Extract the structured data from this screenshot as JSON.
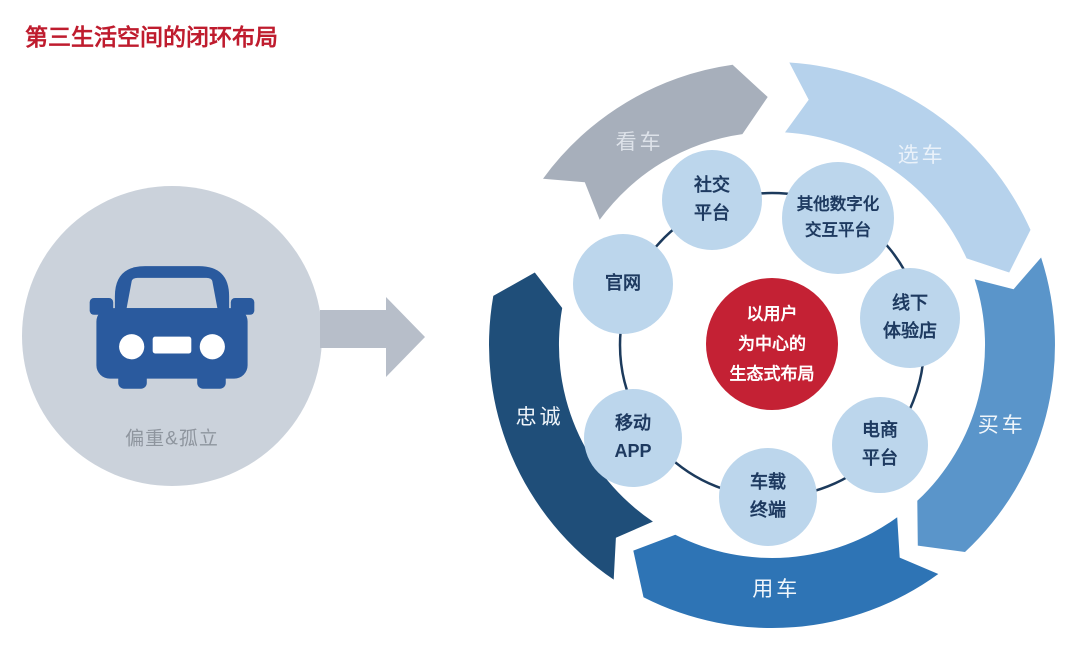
{
  "title": "第三生活空间的闭环布局",
  "left_panel": {
    "icon": "car-front-icon",
    "caption": "偏重&孤立"
  },
  "transition": {
    "icon": "right-arrow-icon"
  },
  "hub": {
    "center_label": "以用户\n为中心的\n生态式布局",
    "nodes": [
      {
        "name": "social-platform",
        "label": "社交\n平台"
      },
      {
        "name": "other-digital-interaction-platforms",
        "label": "其他数字化\n交互平台"
      },
      {
        "name": "offline-experience-store",
        "label": "线下\n体验店"
      },
      {
        "name": "ecommerce-platform",
        "label": "电商\n平台"
      },
      {
        "name": "in-vehicle-terminal",
        "label": "车载\n终端"
      },
      {
        "name": "mobile-app",
        "label": "移动\nAPP"
      },
      {
        "name": "official-website",
        "label": "官网"
      }
    ]
  },
  "ring": {
    "stages": [
      {
        "name": "view-car",
        "label": "看车",
        "color": "#a7afbb",
        "label_color": "#dde2e9"
      },
      {
        "name": "choose-car",
        "label": "选车",
        "color": "#b6d2ec",
        "label_color": "#eaf2fa"
      },
      {
        "name": "buy-car",
        "label": "买车",
        "color": "#5a95ca",
        "label_color": "#f0f6fb"
      },
      {
        "name": "use-car",
        "label": "用车",
        "color": "#2e74b5",
        "label_color": "#f0f6fb"
      },
      {
        "name": "loyalty",
        "label": "忠诚",
        "color": "#1f4e79",
        "label_color": "#f0f6fb"
      }
    ]
  },
  "palette": {
    "title_red": "#bf1c2e",
    "center_red": "#c42134",
    "center_text": "#ffffff",
    "node_fill": "#bcd6ec",
    "node_text": "#1e3a60",
    "connector": "#1c3a5c",
    "left_circle": "#cbd2db",
    "car_blue": "#2a5a9e",
    "caption_gray": "#8e959e",
    "arrow_gray": "#b7bec9"
  }
}
